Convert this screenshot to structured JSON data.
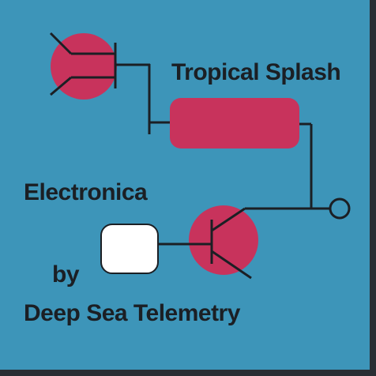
{
  "cover": {
    "background_color": "#3d95b9",
    "accent_color": "#c8335c",
    "line_color": "#1b1f24",
    "white_box_color": "#ffffff",
    "border_color": "#2a2d33"
  },
  "text": {
    "title": "Tropical Splash",
    "genre": "Electronica",
    "by": "by",
    "artist": "Deep Sea Telemetry"
  },
  "icons": [
    "transistor-icon",
    "transistor-icon",
    "resistor-icon",
    "terminal-icon",
    "white-box"
  ]
}
